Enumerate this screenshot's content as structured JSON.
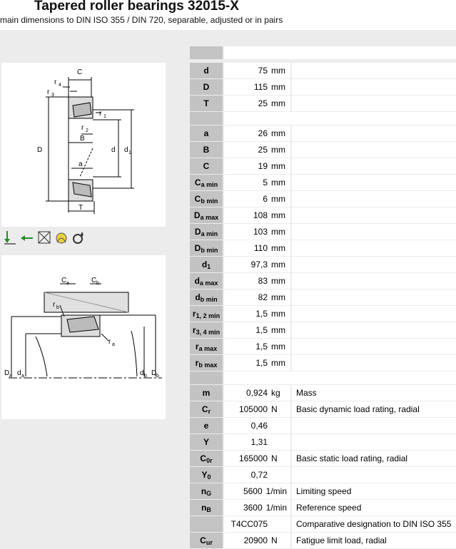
{
  "header": {
    "title": "Tapered roller bearings 32015-X",
    "subtitle": "main dimensions to DIN ISO 355 / DIN 720, separable, adjusted or in pairs"
  },
  "diagram_top": {
    "labels": {
      "C": "C",
      "r4": "r",
      "r4s": "4",
      "r3": "r",
      "r3s": "3",
      "r1": "r",
      "r1s": "1",
      "r2": "r",
      "r2s": "2",
      "B": "B",
      "D": "D",
      "d": "d",
      "d1": "d",
      "d1s": "1",
      "a": "a",
      "T": "T"
    }
  },
  "diagram_bottom": {
    "labels": {
      "Ca": "C",
      "Cas": "a",
      "Cb": "C",
      "Cbs": "b",
      "rb": "r",
      "rbs": "b",
      "ra": "r",
      "ras": "a",
      "Da": "D",
      "Das": "a",
      "da": "d",
      "das": "a",
      "db": "d",
      "dbs": "b",
      "Db": "D",
      "Dbs": "b"
    }
  },
  "icons": [
    "radial-axial-load-icon",
    "axial-load-icon",
    "not-sealed-icon",
    "heat-icon",
    "lubrication-icon"
  ],
  "groups": {
    "g1": [
      {
        "sym": "d",
        "sub": "",
        "value": "75",
        "unit": "mm",
        "desc": ""
      },
      {
        "sym": "D",
        "sub": "",
        "value": "115",
        "unit": "mm",
        "desc": ""
      },
      {
        "sym": "T",
        "sub": "",
        "value": "25",
        "unit": "mm",
        "desc": ""
      }
    ],
    "g2": [
      {
        "sym": "a",
        "sub": "",
        "value": "26",
        "unit": "mm",
        "desc": ""
      },
      {
        "sym": "B",
        "sub": "",
        "value": "25",
        "unit": "mm",
        "desc": ""
      },
      {
        "sym": "C",
        "sub": "",
        "value": "19",
        "unit": "mm",
        "desc": ""
      },
      {
        "sym": "C",
        "sub": "a min",
        "value": "5",
        "unit": "mm",
        "desc": ""
      },
      {
        "sym": "C",
        "sub": "b min",
        "value": "6",
        "unit": "mm",
        "desc": ""
      },
      {
        "sym": "D",
        "sub": "a max",
        "value": "108",
        "unit": "mm",
        "desc": ""
      },
      {
        "sym": "D",
        "sub": "a min",
        "value": "103",
        "unit": "mm",
        "desc": ""
      },
      {
        "sym": "D",
        "sub": "b min",
        "value": "110",
        "unit": "mm",
        "desc": ""
      },
      {
        "sym": "d",
        "sub": "1",
        "value": "97,3",
        "unit": "mm",
        "desc": ""
      },
      {
        "sym": "d",
        "sub": "a max",
        "value": "83",
        "unit": "mm",
        "desc": ""
      },
      {
        "sym": "d",
        "sub": "b min",
        "value": "82",
        "unit": "mm",
        "desc": ""
      },
      {
        "sym": "r",
        "sub": "1, 2 min",
        "value": "1,5",
        "unit": "mm",
        "desc": ""
      },
      {
        "sym": "r",
        "sub": "3, 4 min",
        "value": "1,5",
        "unit": "mm",
        "desc": ""
      },
      {
        "sym": "r",
        "sub": "a max",
        "value": "1,5",
        "unit": "mm",
        "desc": ""
      },
      {
        "sym": "r",
        "sub": "b max",
        "value": "1,5",
        "unit": "mm",
        "desc": ""
      }
    ],
    "g3": [
      {
        "sym": "m",
        "sub": "",
        "value": "0,924",
        "unit": "kg",
        "desc": "Mass"
      },
      {
        "sym": "C",
        "sub": "r",
        "value": "105000",
        "unit": "N",
        "desc": "Basic dynamic load rating, radial"
      },
      {
        "sym": "e",
        "sub": "",
        "value": "0,46",
        "unit": "",
        "desc": ""
      },
      {
        "sym": "Y",
        "sub": "",
        "value": "1,31",
        "unit": "",
        "desc": ""
      },
      {
        "sym": "C",
        "sub": "0r",
        "value": "165000",
        "unit": "N",
        "desc": "Basic static load rating, radial"
      },
      {
        "sym": "Y",
        "sub": "0",
        "value": "0,72",
        "unit": "",
        "desc": ""
      },
      {
        "sym": "n",
        "sub": "G",
        "value": "5600",
        "unit": "1/min",
        "desc": "Limiting speed"
      },
      {
        "sym": "n",
        "sub": "B",
        "value": "3600",
        "unit": "1/min",
        "desc": "Reference speed"
      },
      {
        "sym": "",
        "sub": "",
        "value": "T4CC075",
        "unit": "",
        "desc": "Comparative designation to DIN ISO 355"
      },
      {
        "sym": "C",
        "sub": "ur",
        "value": "20900",
        "unit": "N",
        "desc": "Fatigue limit load, radial"
      }
    ]
  }
}
